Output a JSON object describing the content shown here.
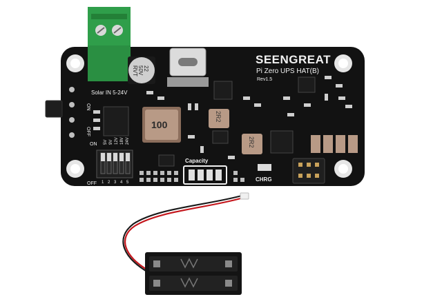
{
  "board": {
    "brand": "SEENGREAT",
    "model": "Pi Zero UPS HAT(B)",
    "revision": "Rev1.5",
    "solar_label": "Solar IN 5-24V",
    "capacity_label": "Capacity",
    "charge_label": "CHRG",
    "switch_on_label": "ON",
    "switch_off_label": "OFF",
    "dip_on_label": "ON",
    "dip_off_label": "OFF",
    "dip_numbers": [
      "1",
      "2",
      "3",
      "4",
      "5"
    ],
    "dip_voltages": [
      "24V",
      "18V",
      "12V",
      "9V",
      "5V"
    ],
    "inductor_large": "100",
    "inductor_small_1": "2R2",
    "inductor_small_2": "2R2",
    "capacitor_lines": [
      "22",
      "50V",
      "RVT"
    ]
  },
  "colors": {
    "pcb": "#121212",
    "terminal": "#2f9e4a",
    "inductor": "#b89a86",
    "silkscreen": "#f2f2f2",
    "gold": "#c9a25a",
    "battery_holder": "#141414",
    "wire_red": "#c4161c",
    "wire_black": "#1a1a1a"
  }
}
